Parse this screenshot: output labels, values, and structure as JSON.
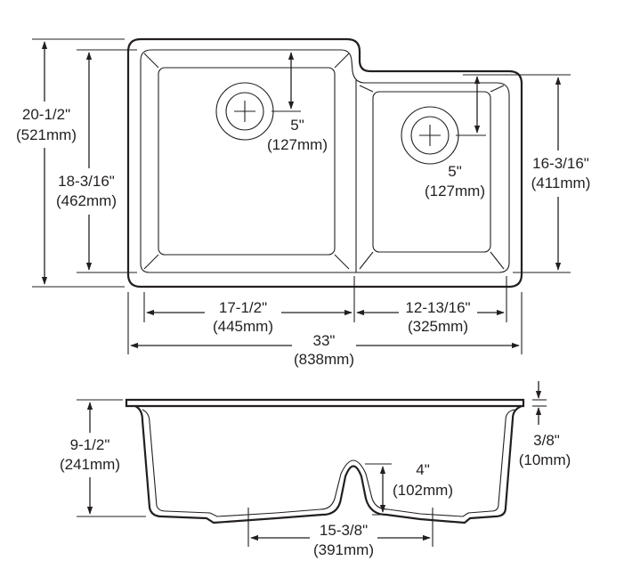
{
  "top_view": {
    "overall_height": {
      "imperial": "20-1/2\"",
      "metric": "(521mm)"
    },
    "left_bowl_height": {
      "imperial": "18-3/16\"",
      "metric": "(462mm)"
    },
    "right_bowl_height": {
      "imperial": "16-3/16\"",
      "metric": "(411mm)"
    },
    "left_drain_offset": {
      "imperial": "5\"",
      "metric": "(127mm)"
    },
    "right_drain_offset": {
      "imperial": "5\"",
      "metric": "(127mm)"
    },
    "left_bowl_width": {
      "imperial": "17-1/2\"",
      "metric": "(445mm)"
    },
    "right_bowl_width": {
      "imperial": "12-13/16\"",
      "metric": "(325mm)"
    },
    "overall_width": {
      "imperial": "33\"",
      "metric": "(838mm)"
    }
  },
  "side_view": {
    "depth": {
      "imperial": "9-1/2\"",
      "metric": "(241mm)"
    },
    "rim_thickness": {
      "imperial": "3/8\"",
      "metric": "(10mm)"
    },
    "divider_height": {
      "imperial": "4\"",
      "metric": "(102mm)"
    },
    "drain_spacing": {
      "imperial": "15-3/8\"",
      "metric": "(391mm)"
    }
  }
}
